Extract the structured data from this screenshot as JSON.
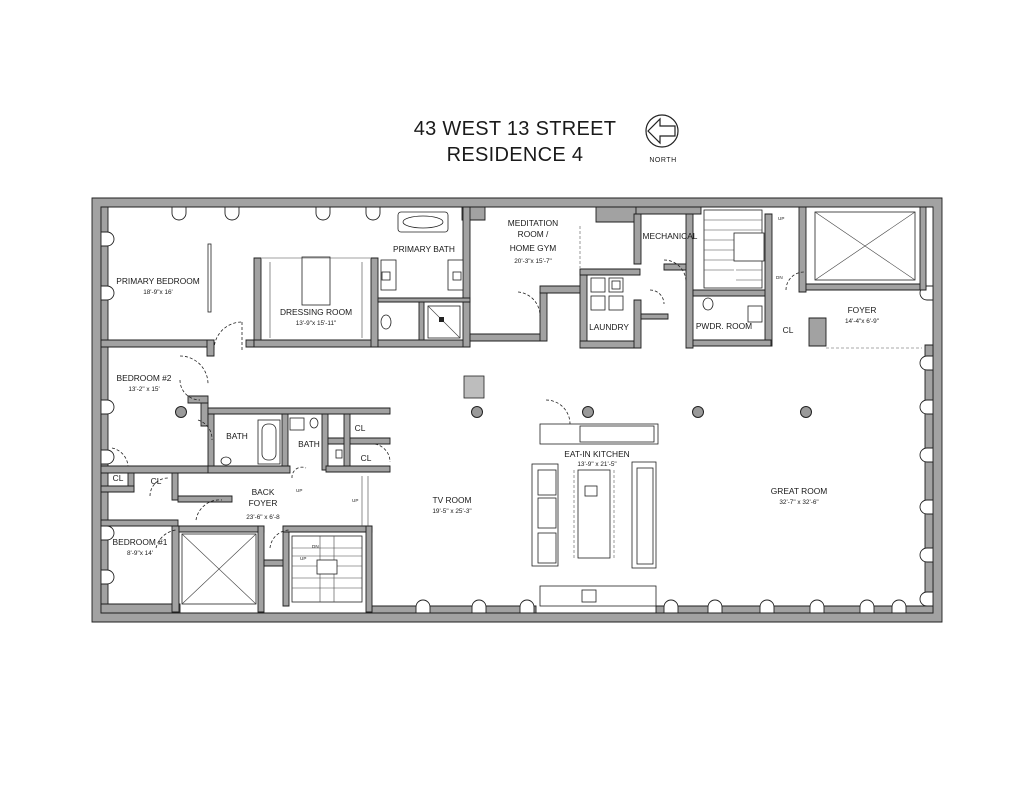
{
  "header": {
    "address": "43 WEST 13 STREET",
    "residence": "RESIDENCE 4",
    "north_label": "NORTH",
    "north_icon": "north-arrow-icon"
  },
  "rooms": {
    "primary_bedroom": {
      "name": "PRIMARY BEDROOM",
      "dims": "18'-9\"x 16'"
    },
    "dressing_room": {
      "name": "DRESSING ROOM",
      "dims": "13'-9\"x 15'-11\""
    },
    "primary_bath": {
      "name": "PRIMARY BATH"
    },
    "meditation": {
      "name_1": "MEDITATION",
      "name_2": "ROOM /",
      "name_3": "HOME GYM",
      "dims": "20'-3\"x 15'-7\""
    },
    "mechanical": {
      "name": "MECHANICAL"
    },
    "laundry": {
      "name": "LAUNDRY"
    },
    "powder_room": {
      "name": "PWDR. ROOM"
    },
    "foyer": {
      "name": "FOYER",
      "dims": "14'-4\"x 6'-9\""
    },
    "bedroom_2": {
      "name": "BEDROOM #2",
      "dims": "13'-2\" x 15'"
    },
    "bath_1": {
      "name": "BATH"
    },
    "bath_2": {
      "name": "BATH"
    },
    "eat_in_kitchen": {
      "name": "EAT-IN KITCHEN",
      "dims": "13'-9\" x 21'-5\""
    },
    "great_room": {
      "name": "GREAT ROOM",
      "dims": "32'-7\" x 32'-6\""
    },
    "tv_room": {
      "name": "TV ROOM",
      "dims": "19'-5\" x 25'-3\""
    },
    "back_foyer": {
      "name_1": "BACK",
      "name_2": "FOYER",
      "dims": "23'-6\" x 6'-8"
    },
    "bedroom_1": {
      "name": "BEDROOM #1",
      "dims": "8'-9\"x 14'"
    }
  },
  "closets": {
    "cl_foyer": "CL",
    "cl_bath_a": "CL",
    "cl_bath_b": "CL",
    "cl_left": "CL",
    "cl_back": "CL"
  },
  "stair_marks": {
    "up_main": "UP",
    "up_back": "UP",
    "up_back_stair": "UP",
    "dn_back_stair": "DN",
    "up_front_stair": "UP",
    "dn_front_stair": "DN"
  }
}
